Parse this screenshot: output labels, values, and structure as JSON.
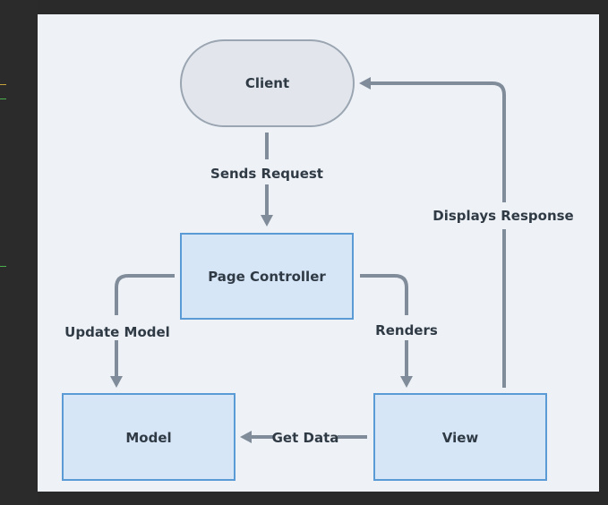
{
  "diagram": {
    "nodes": {
      "client": "Client",
      "page_controller": "Page Controller",
      "model": "Model",
      "view": "View"
    },
    "edges": {
      "sends_request": "Sends Request",
      "displays_response": "Displays Response",
      "update_model": "Update Model",
      "renders": "Renders",
      "get_data": "Get Data"
    }
  },
  "colors": {
    "canvas_background": "#eef2f7",
    "client_fill": "#e2e6ec",
    "box_fill": "#d6e6f7",
    "box_stroke": "#5b9bd5",
    "edge_stroke": "#808c99"
  }
}
